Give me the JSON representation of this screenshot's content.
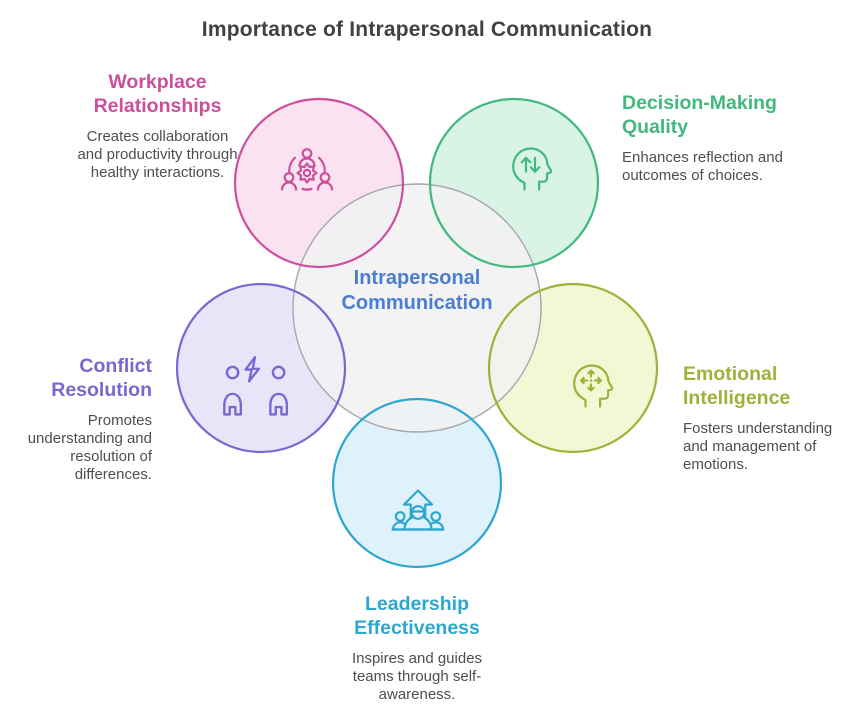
{
  "page": {
    "title": "Importance of Intrapersonal Communication",
    "title_color": "#414141",
    "body_text_color": "#4e4e4e",
    "background": "#ffffff"
  },
  "center": {
    "label_lines": [
      "Intrapersonal",
      "Communication"
    ],
    "text_color": "#4a7ed2",
    "fill": "#f1f1f3",
    "stroke": "#a7a7ac"
  },
  "petals": [
    {
      "id": "workplace-relationships",
      "title_lines": [
        "Workplace",
        "Relationships"
      ],
      "description_lines": [
        "Creates collaboration",
        "and productivity through",
        "healthy interactions."
      ],
      "color": "#cb4f9d",
      "fill": "#fae2f1",
      "icon": "team-gear-icon"
    },
    {
      "id": "decision-making-quality",
      "title_lines": [
        "Decision-Making",
        "Quality"
      ],
      "description_lines": [
        "Enhances reflection and",
        "outcomes of choices."
      ],
      "color": "#42b87e",
      "fill": "#d9f4e6",
      "icon": "head-arrows-up-down-icon"
    },
    {
      "id": "conflict-resolution",
      "title_lines": [
        "Conflict",
        "Resolution"
      ],
      "description_lines": [
        "Promotes",
        "understanding and",
        "resolution of",
        "differences."
      ],
      "color": "#7a67d0",
      "fill": "#e9e5f9",
      "icon": "people-lightning-icon"
    },
    {
      "id": "emotional-intelligence",
      "title_lines": [
        "Emotional",
        "Intelligence"
      ],
      "description_lines": [
        "Fosters understanding",
        "and management of",
        "emotions."
      ],
      "color": "#9cb338",
      "fill": "#f3f7d4",
      "icon": "head-direction-arrows-icon"
    },
    {
      "id": "leadership-effectiveness",
      "title_lines": [
        "Leadership",
        "Effectiveness"
      ],
      "description_lines": [
        "Inspires and guides",
        "teams through self-",
        "awareness."
      ],
      "color": "#2fa6d0",
      "fill": "#def2fb",
      "icon": "team-growth-arrow-icon"
    }
  ]
}
